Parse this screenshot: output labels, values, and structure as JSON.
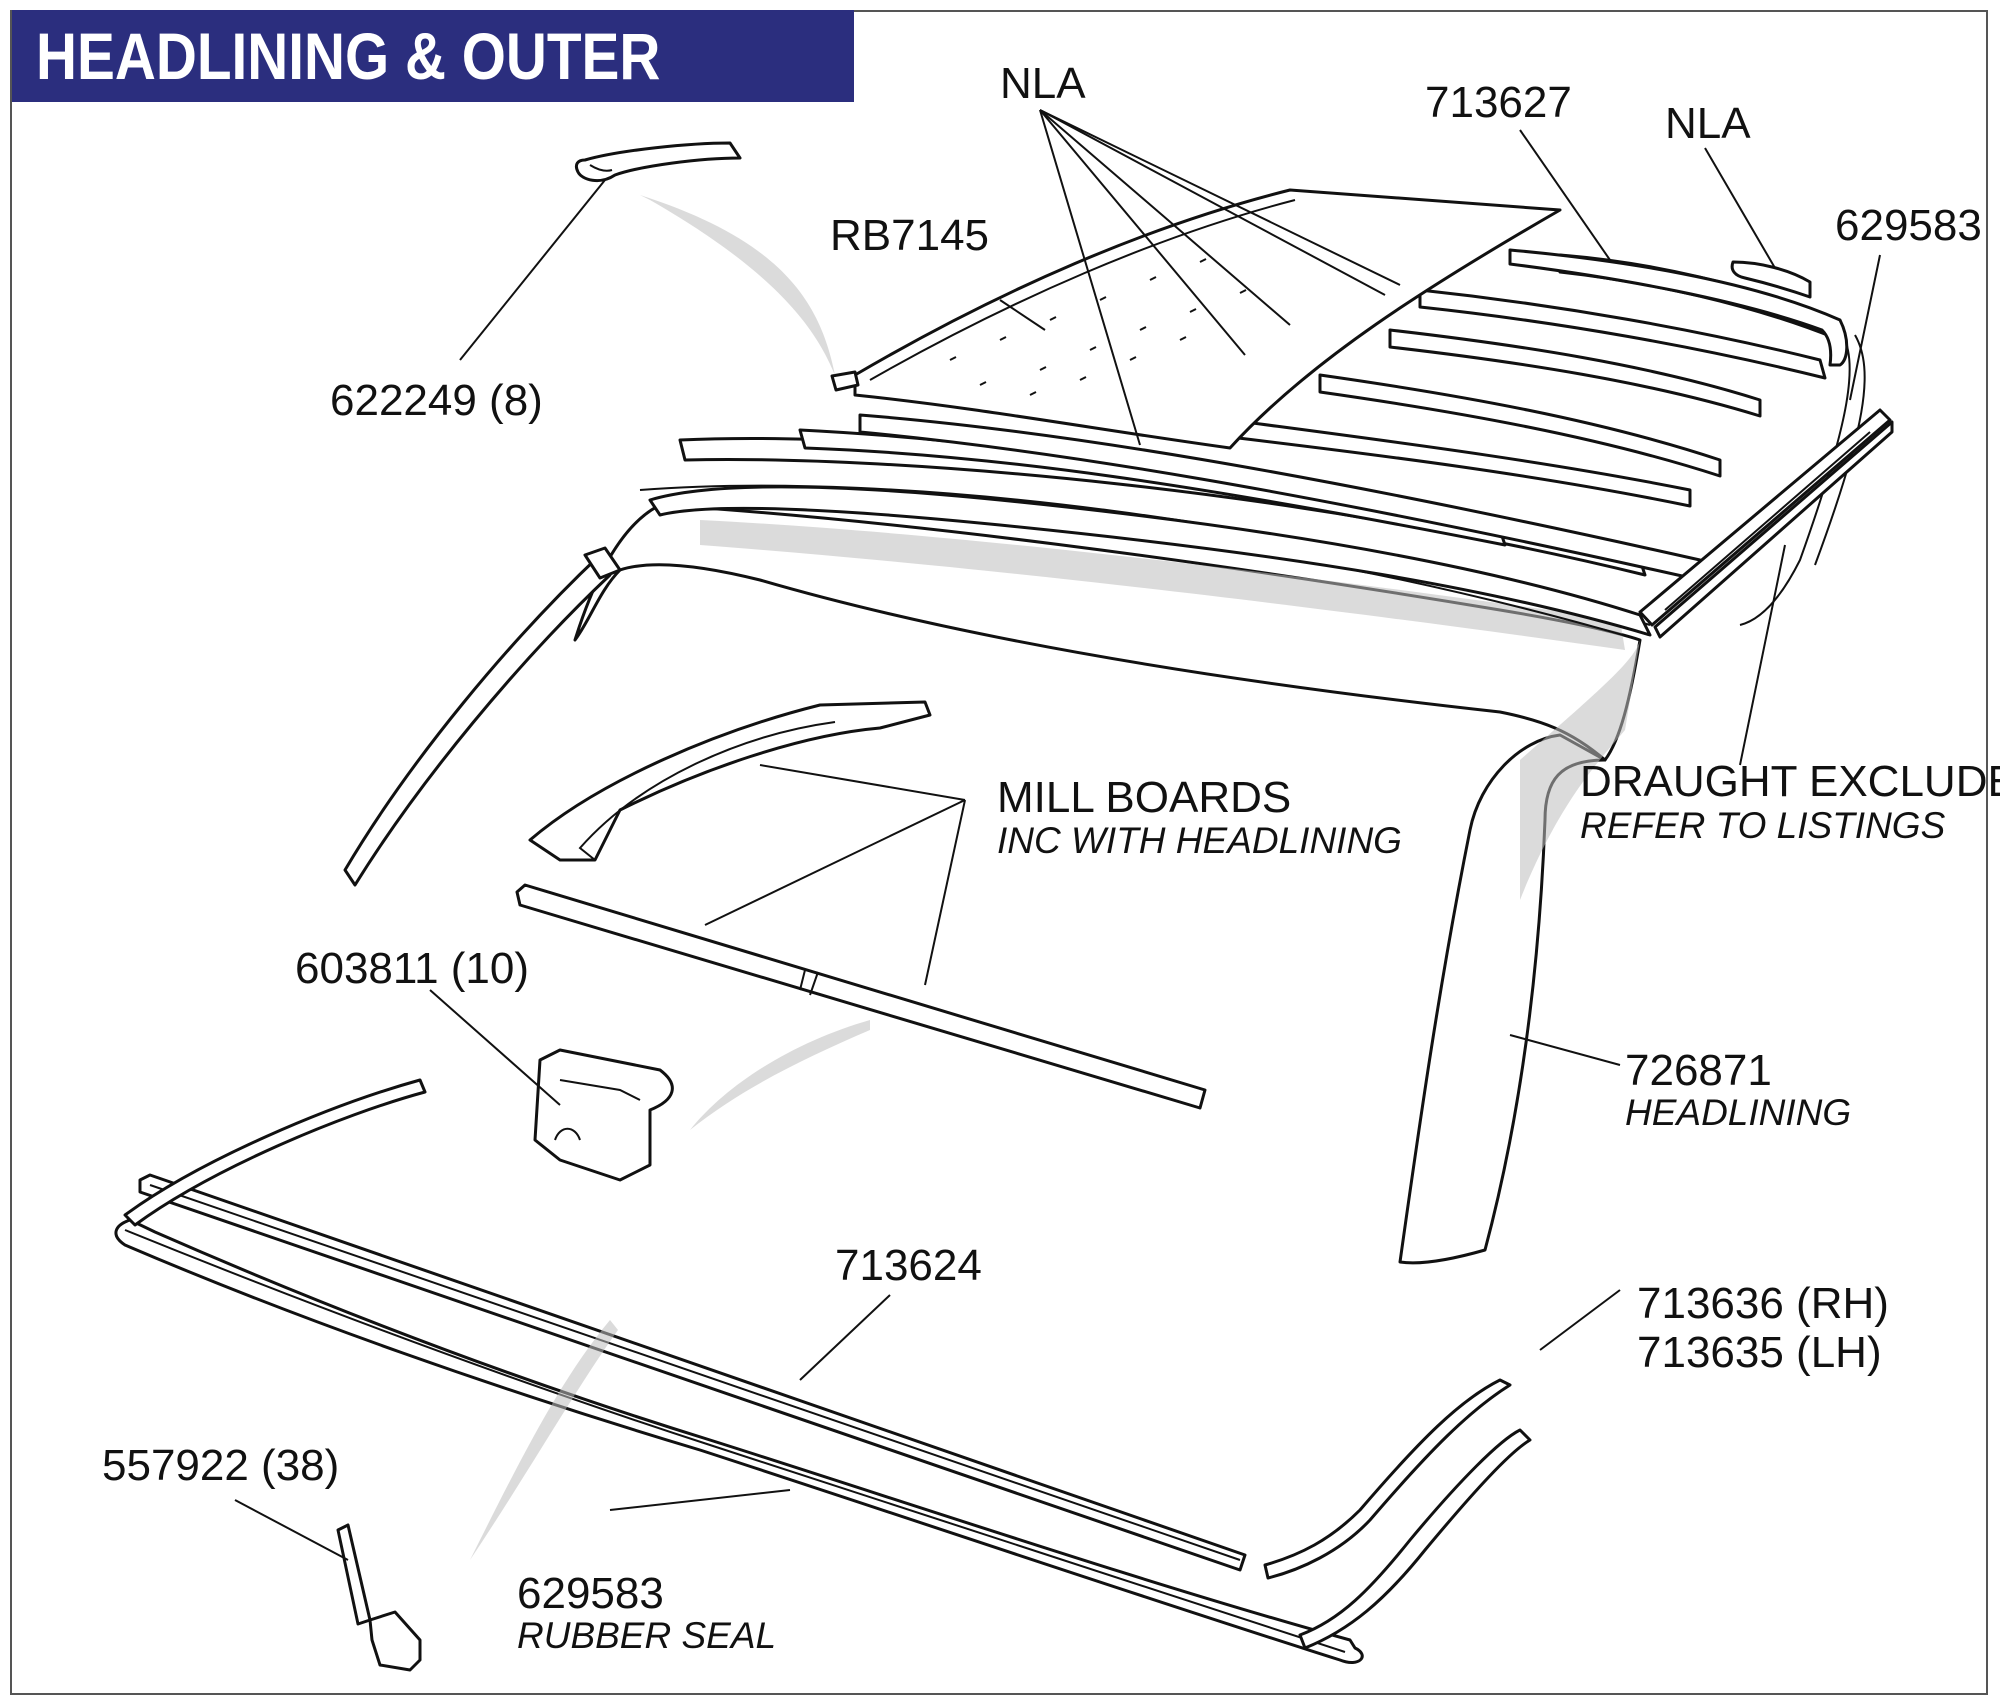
{
  "title": "HEADLINING & OUTER SEALS",
  "labels": {
    "nla_top": "NLA",
    "p713627": "713627",
    "nla_right": "NLA",
    "p629583_top": "629583",
    "rb7145": "RB7145",
    "p622249": "622249 (8)",
    "draught_excluder": "DRAUGHT EXCLUDER",
    "refer_listings": "REFER TO LISTINGS",
    "mill_boards": "MILL BOARDS",
    "inc_headlining": "INC WITH HEADLINING",
    "p603811": "603811 (10)",
    "p726871": "726871",
    "headlining": "HEADLINING",
    "p713624": "713624",
    "p713636": "713636 (RH)",
    "p713635": "713635 (LH)",
    "p557922": "557922 (38)",
    "p629583_bottom": "629583",
    "rubber_seal": "RUBBER SEAL"
  },
  "colors": {
    "title_bg": "#2b2e7e",
    "title_text": "#ffffff",
    "line": "#111111"
  }
}
